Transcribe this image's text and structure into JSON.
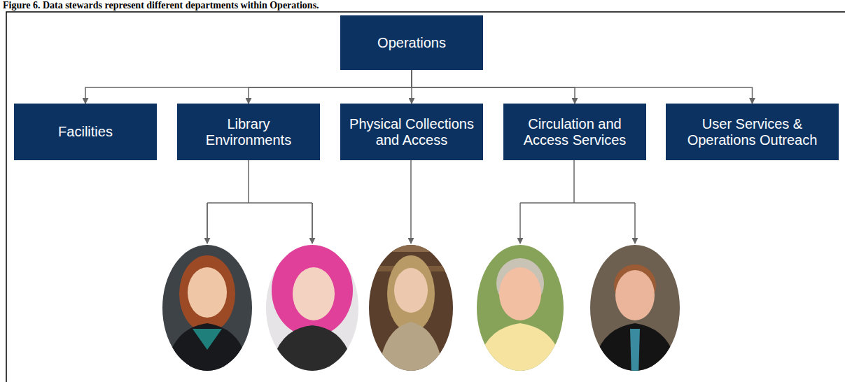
{
  "diagram": {
    "caption": "Figure 6. Data stewards represent different departments within Operations.",
    "nodes": [
      {
        "text": [
          "Operations"
        ]
      },
      {
        "text": [
          "Facilities"
        ]
      },
      {
        "text": [
          "Library Environments"
        ]
      },
      {
        "text": [
          "Physical Collections and Access"
        ]
      },
      {
        "text": [
          "Circulation and Access Services"
        ]
      },
      {
        "text": [
          "User Services & Operations Outreach"
        ]
      }
    ],
    "edges": [
      {
        "from": 0,
        "to": 1,
        "arrow": "to"
      },
      {
        "from": 0,
        "to": 2,
        "arrow": "to"
      },
      {
        "from": 0,
        "to": 3,
        "arrow": "to"
      },
      {
        "from": 0,
        "to": 4,
        "arrow": "to"
      },
      {
        "from": 0,
        "to": 5,
        "arrow": "to"
      }
    ]
  }
}
